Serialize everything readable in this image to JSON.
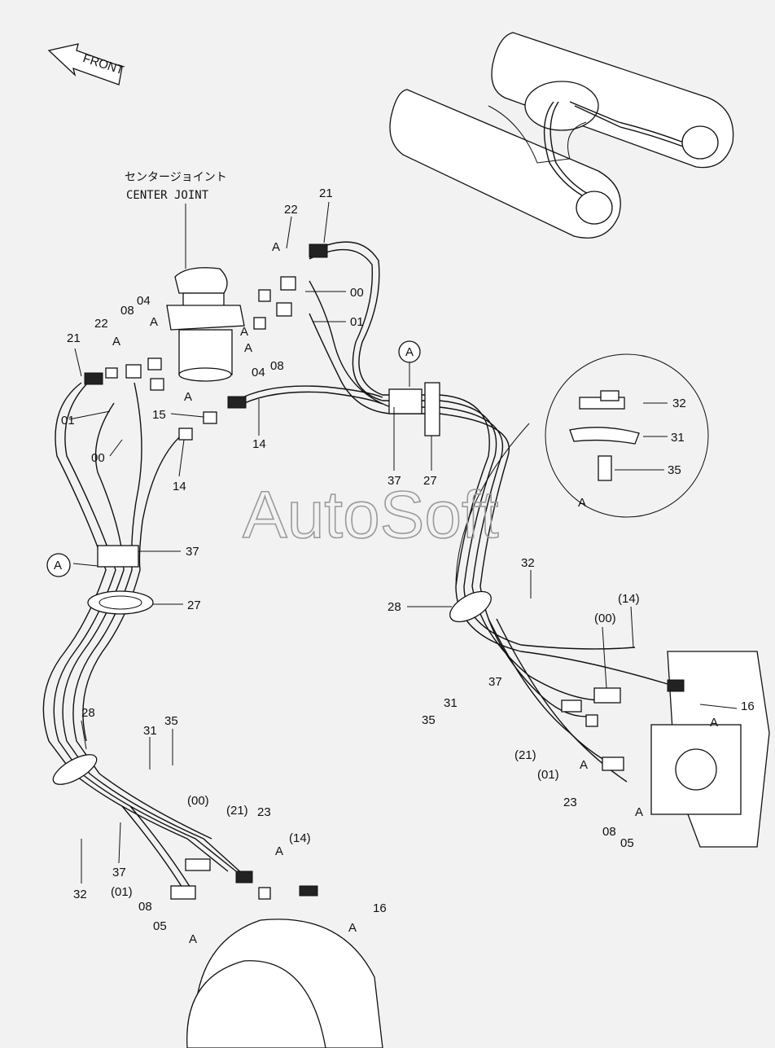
{
  "watermark": "AutoSoft",
  "front_arrow": "FRONT",
  "center_joint": {
    "jp": "センタージョイント",
    "en": "CENTER JOINT"
  },
  "detail_circle": {
    "label": "A",
    "parts": [
      "32",
      "31",
      "35"
    ]
  },
  "labels": {
    "p00": "00",
    "p01": "01",
    "p04": "04",
    "p08": "08",
    "p14": "14",
    "p15": "15",
    "p16": "16",
    "p21": "21",
    "p22": "22",
    "p23": "23",
    "p27": "27",
    "p28": "28",
    "p31": "31",
    "p32": "32",
    "p35": "35",
    "p37": "37",
    "p05": "05",
    "r00": "(00)",
    "r01": "(01)",
    "r14": "(14)",
    "r21": "(21)",
    "A": "A"
  }
}
